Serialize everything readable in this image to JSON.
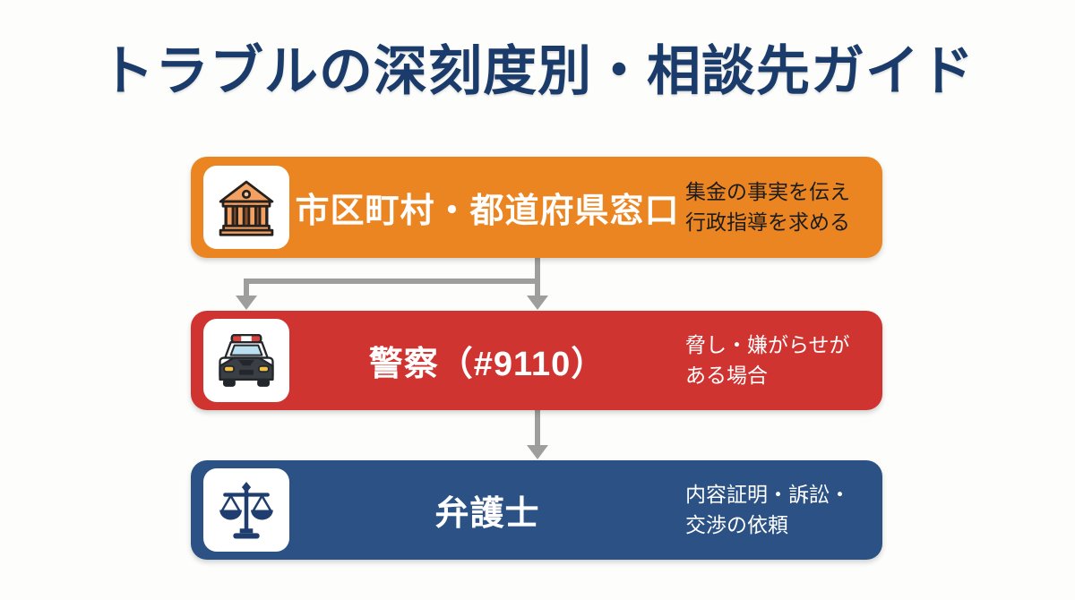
{
  "page": {
    "title": "トラブルの深刻度別・相談先ガイド",
    "title_color": "#1B3C6B",
    "background": "#FDFDFB"
  },
  "arrow": {
    "color": "#9E9E9C"
  },
  "rows": [
    {
      "label": "市区町村・都道府県窓口",
      "note_line1": "集金の事実を伝え",
      "note_line2": "行政指導を求める",
      "color": "#EB8522",
      "note_color": "#1C1C1C",
      "icon": "government-building-icon"
    },
    {
      "label": "警察（#9110）",
      "note_line1": "脅し・嫌がらせが",
      "note_line2": "ある場合",
      "color": "#D03431",
      "note_color": "#FFFFFF",
      "icon": "police-car-icon"
    },
    {
      "label": "弁護士",
      "note_line1": "内容証明・訴訟・",
      "note_line2": "交渉の依頼",
      "color": "#2B5185",
      "note_color": "#FFFFFF",
      "icon": "scales-of-justice-icon"
    }
  ]
}
